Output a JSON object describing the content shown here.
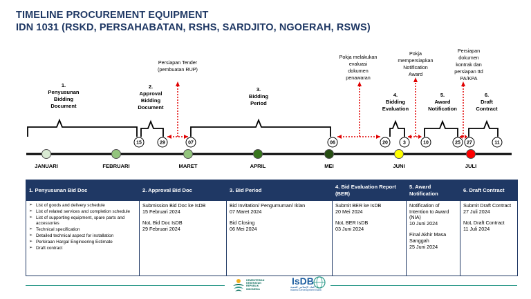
{
  "title_line1": "TIMELINE PROCUREMENT EQUIPMENT",
  "title_line2": "IDN 1031 (RSKD, PERSAHABATAN, RSHS, SARDJITO, NGOERAH, RSWS)",
  "phases": [
    {
      "num": "1.",
      "lines": [
        "Penyusunan",
        "Bidding",
        "Document"
      ]
    },
    {
      "num": "2.",
      "lines": [
        "Approval",
        "Bidding",
        "Document"
      ]
    },
    {
      "num": "3.",
      "lines": [
        "Bidding",
        "Period"
      ]
    },
    {
      "num": "4.",
      "lines": [
        "Bidding",
        "Evaluation"
      ]
    },
    {
      "num": "5.",
      "lines": [
        "Award",
        "Notification"
      ]
    },
    {
      "num": "6.",
      "lines": [
        "Draft",
        "Contract"
      ]
    }
  ],
  "notes": [
    {
      "lines": [
        "Persiapan Tender",
        "(pembuatan RUP)"
      ]
    },
    {
      "lines": [
        "Pokja melakukan",
        "evaluasi",
        "dokumen",
        "penawaran"
      ]
    },
    {
      "lines": [
        "Pokja",
        "mempersiapkan",
        "Notification",
        "Award"
      ]
    },
    {
      "lines": [
        "Persiapan",
        "dokumen",
        "kontrak dan",
        "persiapan ttd",
        "PA/KPA"
      ]
    }
  ],
  "day_markers": [
    "15",
    "29",
    "07",
    "06",
    "20",
    "3",
    "10",
    "25",
    "27",
    "11"
  ],
  "months": [
    {
      "label": "JANUARI",
      "color": "#d9ead3"
    },
    {
      "label": "FEBRUARI",
      "color": "#93c47d"
    },
    {
      "label": "MARET",
      "color": "#93c47d"
    },
    {
      "label": "APRIL",
      "color": "#38761d"
    },
    {
      "label": "MEI",
      "color": "#274e13"
    },
    {
      "label": "JUNI",
      "color": "#ffff00"
    },
    {
      "label": "JULI",
      "color": "#ff0000"
    }
  ],
  "table": {
    "headers": [
      "1. Penyusunan Bid Doc",
      "2. Approval Bid Doc",
      "3. Bid Period",
      "4. Bid Evaluation Report (BER)",
      "5. Award Notification",
      "6. Draft Contract"
    ],
    "col1_items": [
      "List of goods and delivery schedule",
      "List of related services and completion schedule",
      "List of supporting equipment, spare parts and accessories",
      "Technical specification",
      "Detailed technical aspect for installation",
      "Perkiraan Harga/ Engineering Estimate",
      "Draft contract"
    ],
    "col2": {
      "a1": "Submission Bid Doc ke IsDB",
      "a2": "15 Februari 2024",
      "b1": "NoL Bid Doc IsDB",
      "b2": "29 Februari 2024"
    },
    "col3": {
      "a1": "Bid Invitation/ Pengumuman/ Iklan",
      "a2": "07 Maret 2024",
      "b1": "Bid Closing",
      "b2": "06 Mei 2024"
    },
    "col4": {
      "a1": "Submit BER ke IsDB",
      "a2": "20 Mei 2024",
      "b1": "NoL BER IsDB",
      "b2": "03  Juni 2024"
    },
    "col5": {
      "a1": "Notification of Intention to Award (NIA)",
      "a2": "10 Juni 2024",
      "b1": "Final Akhir Masa Sanggah",
      "b2": "25 Juni 2024"
    },
    "col6": {
      "a1": "Submit Draft Contract",
      "a2": "27 Juli 2024",
      "b1": "NoL Draft Contract",
      "b2": "11 Juli 2024"
    }
  },
  "footer": {
    "kemenkes_lines": [
      "KEMENTERIAN",
      "KESEHATAN",
      "REPUBLIK",
      "INDONESIA"
    ],
    "isdb_main": "IsDB",
    "isdb_arabic": "البنك الإسلامي للتنمية",
    "isdb_sub": "Islamic Development Bank"
  }
}
